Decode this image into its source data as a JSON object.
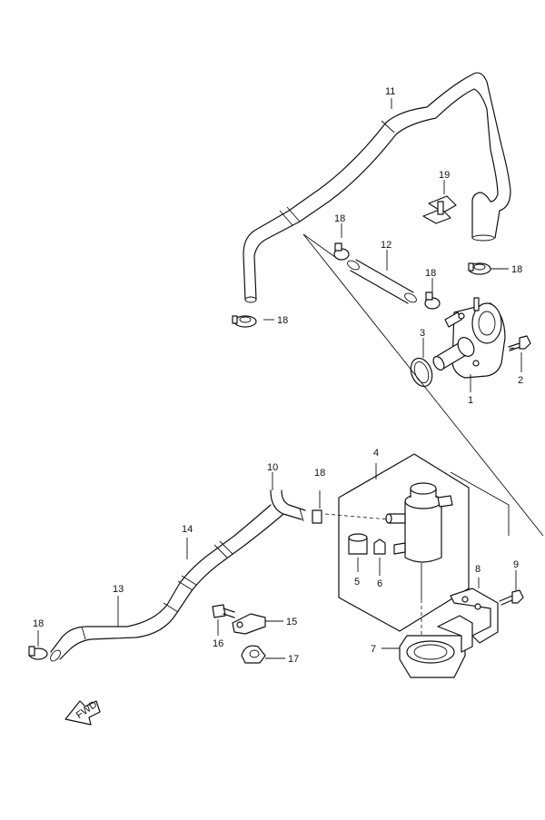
{
  "callouts": {
    "c1": "1",
    "c2": "2",
    "c3": "3",
    "c4": "4",
    "c5": "5",
    "c6": "6",
    "c7": "7",
    "c8": "8",
    "c9": "9",
    "c10": "10",
    "c11": "11",
    "c12": "12",
    "c13": "13",
    "c14": "14",
    "c15": "15",
    "c16": "16",
    "c17": "17",
    "c18a": "18",
    "c18b": "18",
    "c18c": "18",
    "c18d": "18",
    "c18e": "18",
    "c18f": "18",
    "c19": "19"
  },
  "fwd_label": "FWD"
}
